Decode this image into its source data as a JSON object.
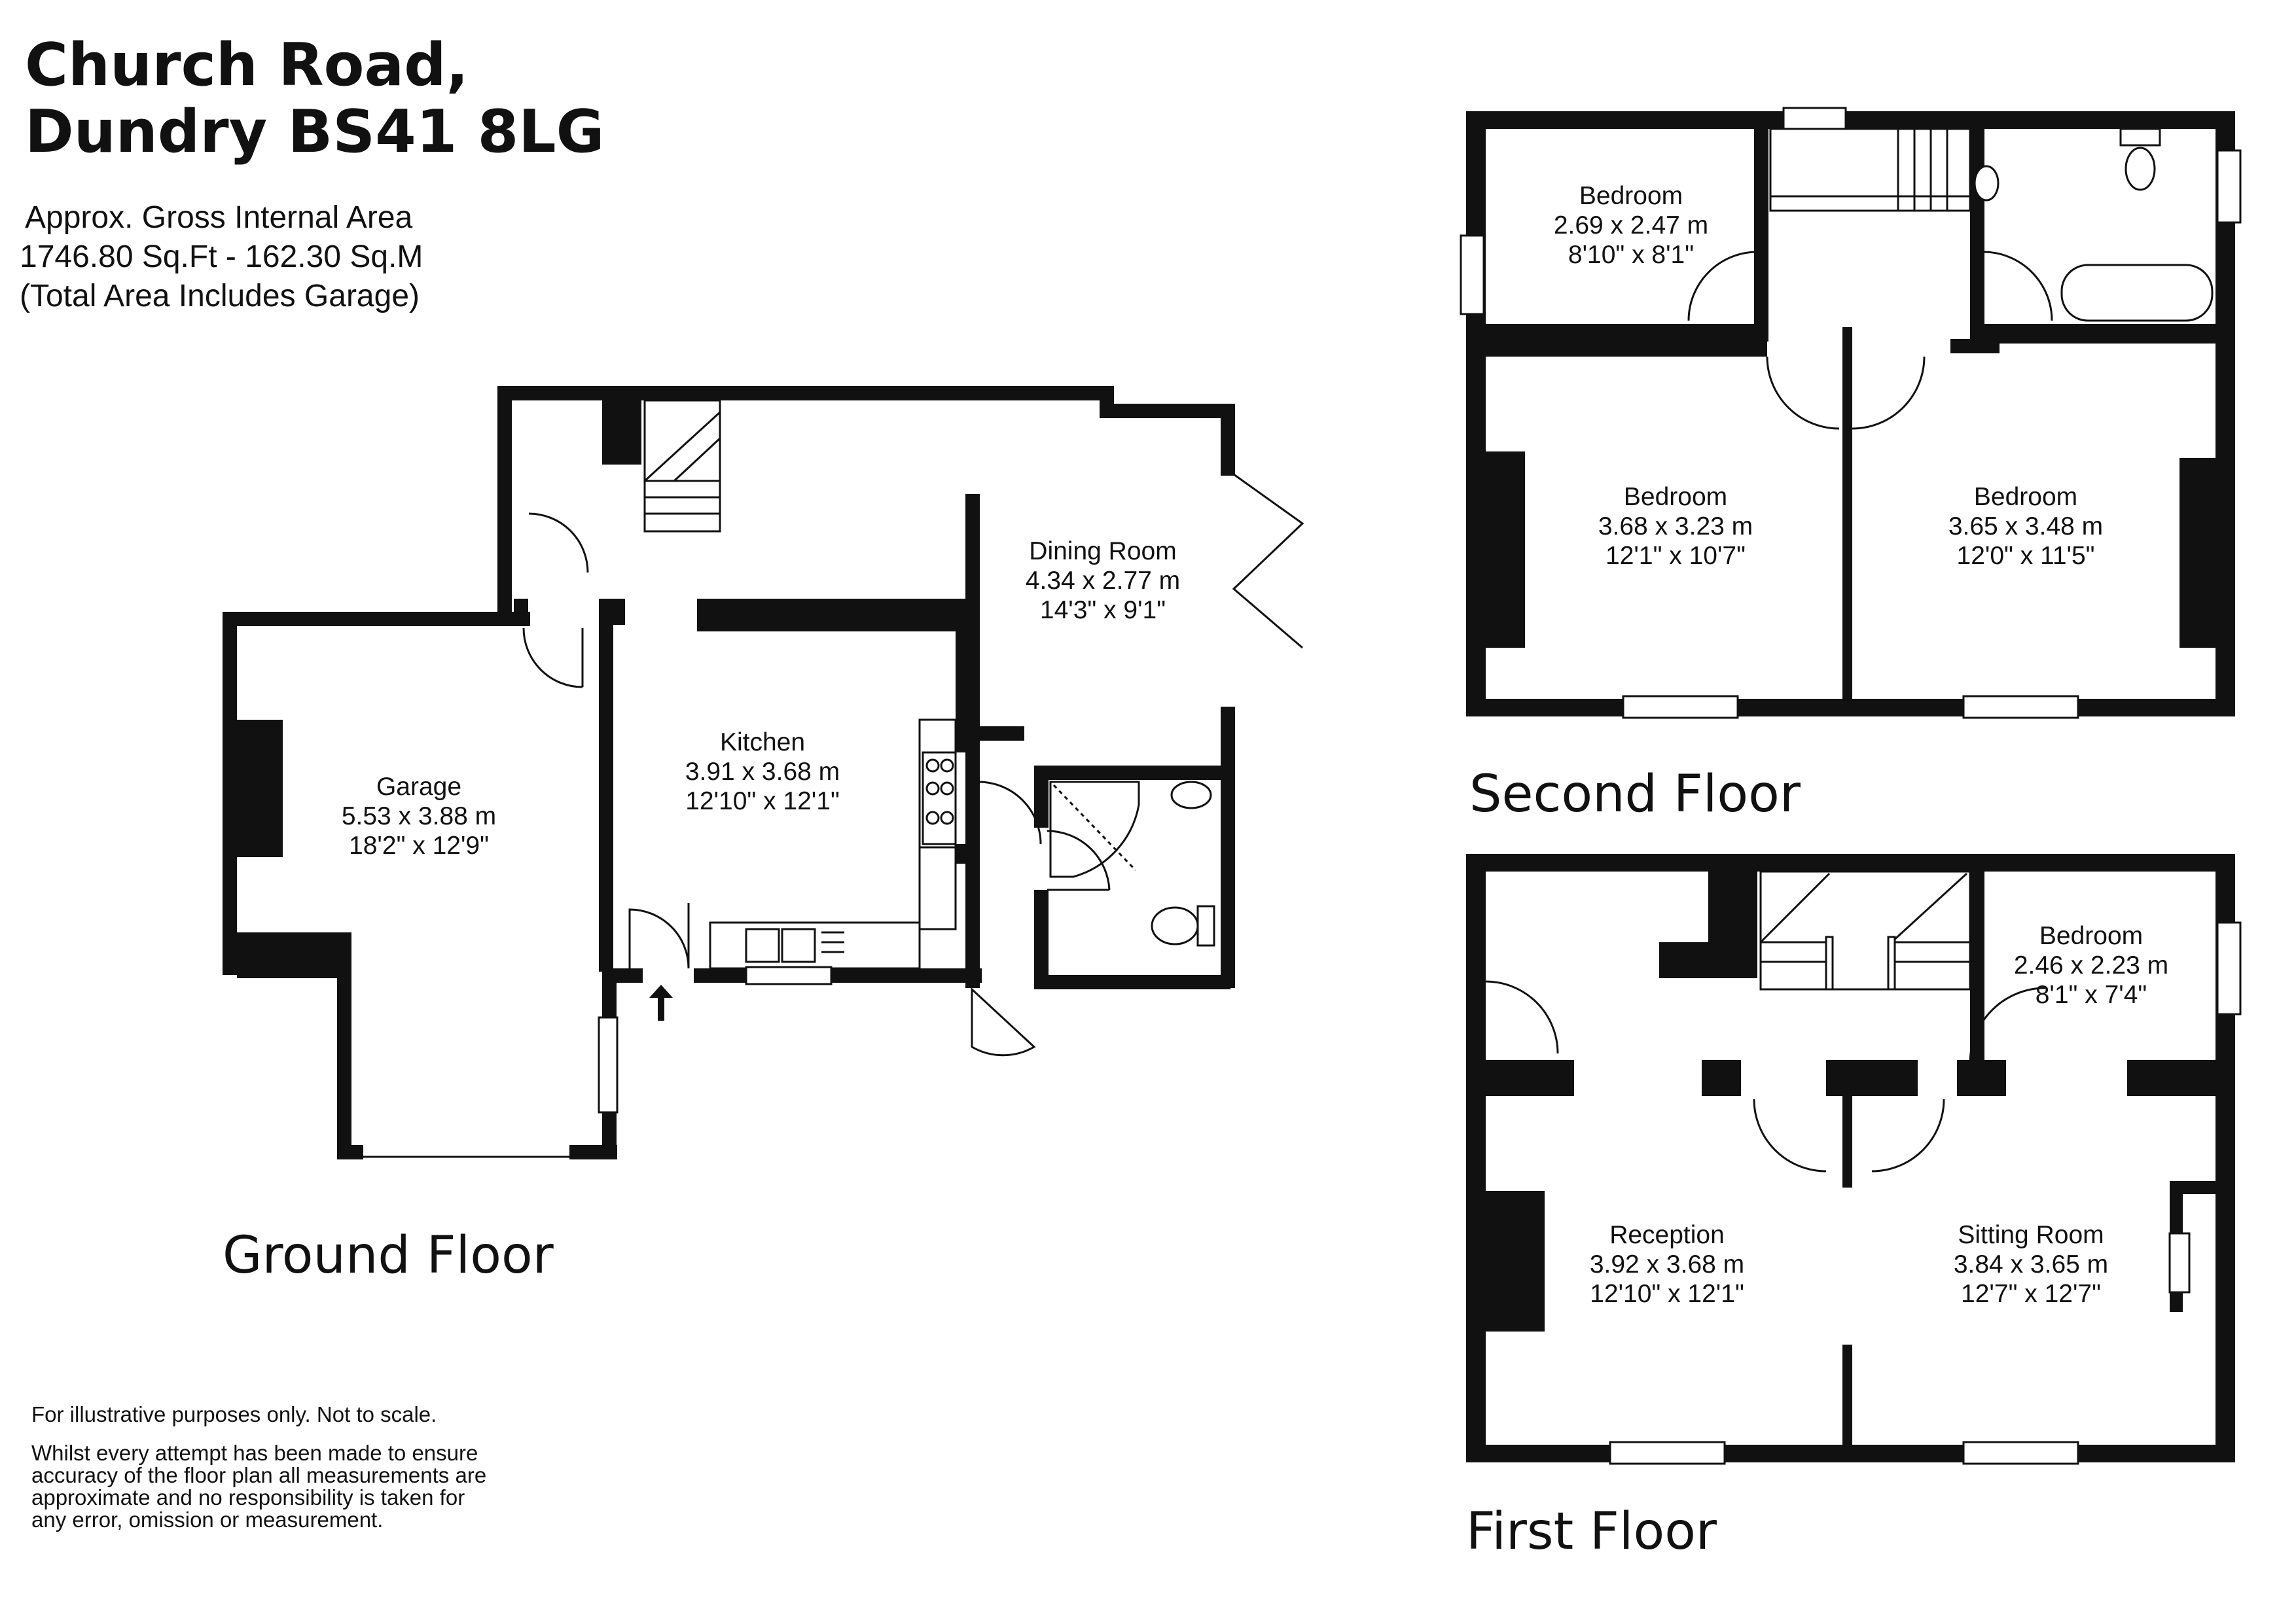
{
  "header": {
    "address_line1": "Church Road,",
    "address_line2": "Dundry BS41 8LG",
    "area_line1": "Approx. Gross Internal Area",
    "area_line2": "1746.80 Sq.Ft - 162.30 Sq.M",
    "area_line3": "(Total Area Includes Garage)"
  },
  "disclaimer": {
    "line1": "For illustrative purposes only. Not to scale.",
    "line2": "Whilst every attempt has been made to ensure",
    "line3": "accuracy of the floor plan all measurements are",
    "line4": "approximate and no responsibility is taken for",
    "line5": "any error, omission or measurement."
  },
  "floors": {
    "ground": {
      "label": "Ground Floor",
      "rooms": {
        "garage": {
          "name": "Garage",
          "metric": "5.53 x 3.88 m",
          "imperial": "18'2\" x 12'9\""
        },
        "kitchen": {
          "name": "Kitchen",
          "metric": "3.91 x 3.68 m",
          "imperial": "12'10\" x 12'1\""
        },
        "dining": {
          "name": "Dining Room",
          "metric": "4.34 x 2.77 m",
          "imperial": "14'3\" x 9'1\""
        }
      }
    },
    "second": {
      "label": "Second Floor",
      "rooms": {
        "bedroom_small": {
          "name": "Bedroom",
          "metric": "2.69 x 2.47 m",
          "imperial": "8'10\" x 8'1\""
        },
        "bedroom_left": {
          "name": "Bedroom",
          "metric": "3.68 x 3.23 m",
          "imperial": "12'1\" x 10'7\""
        },
        "bedroom_right": {
          "name": "Bedroom",
          "metric": "3.65 x 3.48 m",
          "imperial": "12'0\" x 11'5\""
        }
      }
    },
    "first": {
      "label": "First Floor",
      "rooms": {
        "bedroom": {
          "name": "Bedroom",
          "metric": "2.46 x 2.23 m",
          "imperial": "8'1\" x 7'4\""
        },
        "reception": {
          "name": "Reception",
          "metric": "3.92 x 3.68 m",
          "imperial": "12'10\" x 12'1\""
        },
        "sitting": {
          "name": "Sitting Room",
          "metric": "3.84 x 3.65 m",
          "imperial": "12'7\" x 12'7\""
        }
      }
    }
  }
}
